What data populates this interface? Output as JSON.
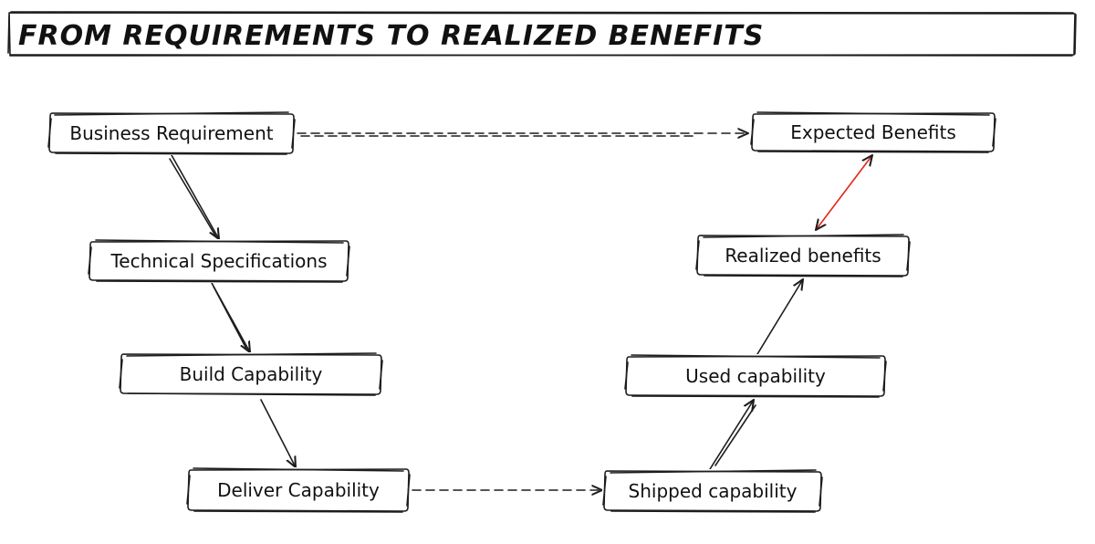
{
  "title": "From Requirements to Realized Benefits",
  "nodes": {
    "business_requirement": "Business Requirement",
    "technical_specifications": "Technical Specifications",
    "build_capability": "Build Capability",
    "deliver_capability": "Deliver Capability",
    "shipped_capability": "Shipped capability",
    "used_capability": "Used capability",
    "realized_benefits": "Realized benefits",
    "expected_benefits": "Expected Benefits"
  },
  "colors": {
    "stroke": "#1d1d1d",
    "accent_link": "#e1261c",
    "background": "#ffffff"
  }
}
